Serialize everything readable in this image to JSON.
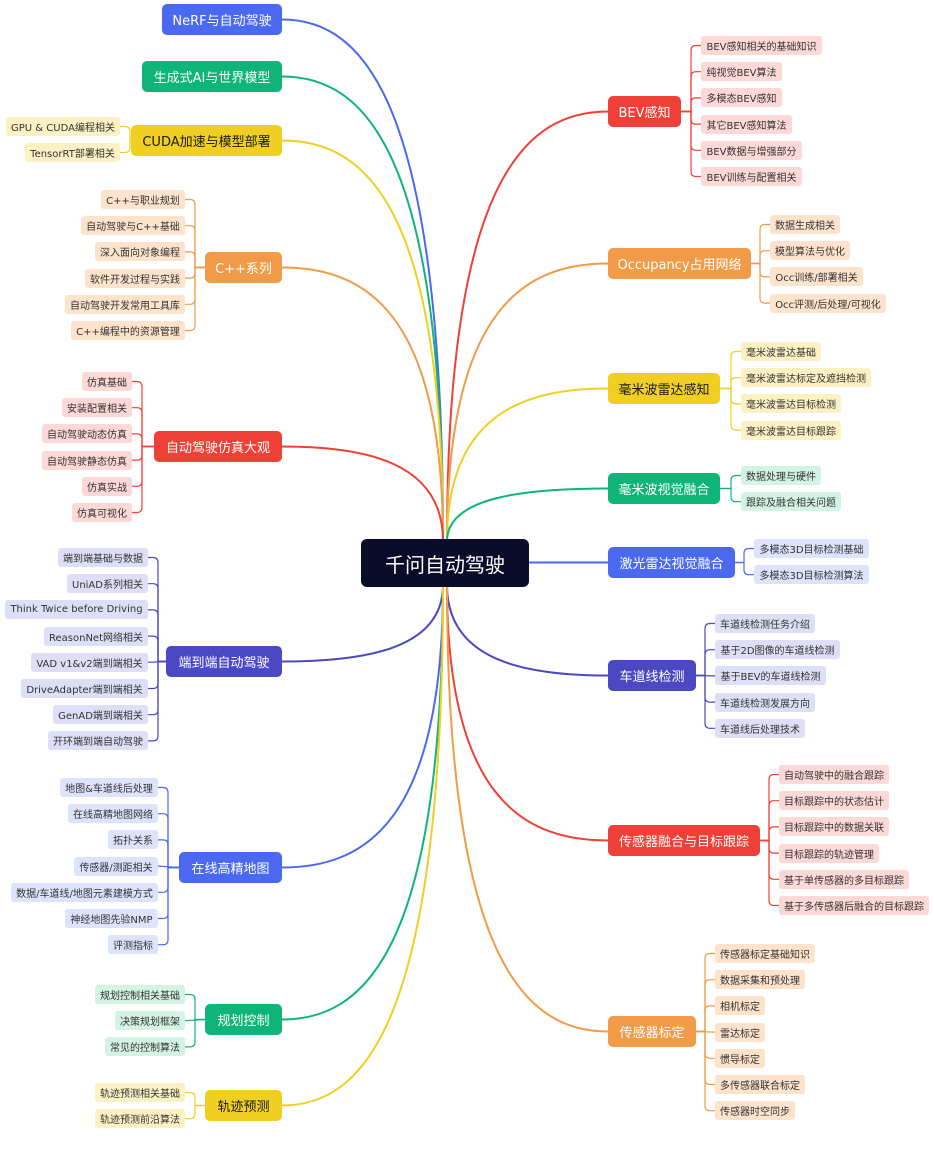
{
  "root": {
    "label": "千问自动驾驶"
  },
  "colors": {
    "root": "#0b0c2a",
    "blue": "#4a69f0",
    "blue_leaf": "#dde3fb",
    "green": "#0fb479",
    "green_leaf": "#d3f4e4",
    "yellow": "#f0cf22",
    "yellow_leaf": "#fcf1c3",
    "orange": "#f19a48",
    "orange_leaf": "#fde3cc",
    "red": "#ee4036",
    "red_leaf": "#fcd8d6",
    "indigo": "#4a48c2",
    "indigo_leaf": "#dedff6"
  },
  "branches": [
    {
      "id": "nerf",
      "side": "left",
      "color": "blue",
      "label": "NeRF与自动驾驶",
      "children": []
    },
    {
      "id": "gen-ai",
      "side": "left",
      "color": "green",
      "label": "生成式AI与世界模型",
      "children": []
    },
    {
      "id": "cuda",
      "side": "left",
      "color": "yellow",
      "label": "CUDA加速与模型部署",
      "children": [
        "GPU & CUDA编程相关",
        "TensorRT部署相关"
      ]
    },
    {
      "id": "cpp",
      "side": "left",
      "color": "orange",
      "label": "C++系列",
      "children": [
        "C++与职业规划",
        "自动驾驶与C++基础",
        "深入面向对象编程",
        "软件开发过程与实践",
        "自动驾驶开发常用工具库",
        "C++编程中的资源管理"
      ]
    },
    {
      "id": "sim",
      "side": "left",
      "color": "red",
      "label": "自动驾驶仿真大观",
      "children": [
        "仿真基础",
        "安装配置相关",
        "自动驾驶动态仿真",
        "自动驾驶静态仿真",
        "仿真实战",
        "仿真可视化"
      ]
    },
    {
      "id": "e2e",
      "side": "left",
      "color": "indigo",
      "label": "端到端自动驾驶",
      "children": [
        "端到端基础与数据",
        "UniAD系列相关",
        "Think Twice before Driving",
        "ReasonNet网络相关",
        "VAD v1&v2端到端相关",
        "DriveAdapter端到端相关",
        "GenAD端到端相关",
        "开环端到端自动驾驶"
      ]
    },
    {
      "id": "hdmap",
      "side": "left",
      "color": "blue",
      "label": "在线高精地图",
      "children": [
        "地图&车道线后处理",
        "在线高精地图网络",
        "拓扑关系",
        "传感器/测距相关",
        "数据/车道线/地图元素建模方式",
        "神经地图先验NMP",
        "评测指标"
      ]
    },
    {
      "id": "plan",
      "side": "left",
      "color": "green",
      "label": "规划控制",
      "children": [
        "规划控制相关基础",
        "决策规划框架",
        "常见的控制算法"
      ]
    },
    {
      "id": "traj",
      "side": "left",
      "color": "yellow",
      "label": "轨迹预测",
      "children": [
        "轨迹预测相关基础",
        "轨迹预测前沿算法"
      ]
    },
    {
      "id": "bev",
      "side": "right",
      "color": "red",
      "label": "BEV感知",
      "children": [
        "BEV感知相关的基础知识",
        "纯视觉BEV算法",
        "多模态BEV感知",
        "其它BEV感知算法",
        "BEV数据与增强部分",
        "BEV训练与配置相关"
      ]
    },
    {
      "id": "occ",
      "side": "right",
      "color": "orange",
      "label": "Occupancy占用网络",
      "children": [
        "数据生成相关",
        "模型算法与优化",
        "Occ训练/部署相关",
        "Occ评测/后处理/可视化"
      ]
    },
    {
      "id": "radar",
      "side": "right",
      "color": "yellow",
      "label": "毫米波雷达感知",
      "children": [
        "毫米波雷达基础",
        "毫米波雷达标定及遮挡检测",
        "毫米波雷达目标检测",
        "毫米波雷达目标跟踪"
      ]
    },
    {
      "id": "radar-cam",
      "side": "right",
      "color": "green",
      "label": "毫米波视觉融合",
      "children": [
        "数据处理与硬件",
        "跟踪及融合相关问题"
      ]
    },
    {
      "id": "lidar-cam",
      "side": "right",
      "color": "blue",
      "label": "激光雷达视觉融合",
      "children": [
        "多模态3D目标检测基础",
        "多模态3D目标检测算法"
      ]
    },
    {
      "id": "lane",
      "side": "right",
      "color": "indigo",
      "label": "车道线检测",
      "children": [
        "车道线检测任务介绍",
        "基于2D图像的车道线检测",
        "基于BEV的车道线检测",
        "车道线检测发展方向",
        "车道线后处理技术"
      ]
    },
    {
      "id": "fusion",
      "side": "right",
      "color": "red",
      "label": "传感器融合与目标跟踪",
      "children": [
        "自动驾驶中的融合跟踪",
        "目标跟踪中的状态估计",
        "目标跟踪中的数据关联",
        "目标跟踪的轨迹管理",
        "基于单传感器的多目标跟踪",
        "基于多传感器后融合的目标跟踪"
      ]
    },
    {
      "id": "calib",
      "side": "right",
      "color": "orange",
      "label": "传感器标定",
      "children": [
        "传感器标定基础知识",
        "数据采集和预处理",
        "相机标定",
        "雷达标定",
        "惯导标定",
        "多传感器联合标定",
        "传感器时空同步"
      ]
    }
  ]
}
